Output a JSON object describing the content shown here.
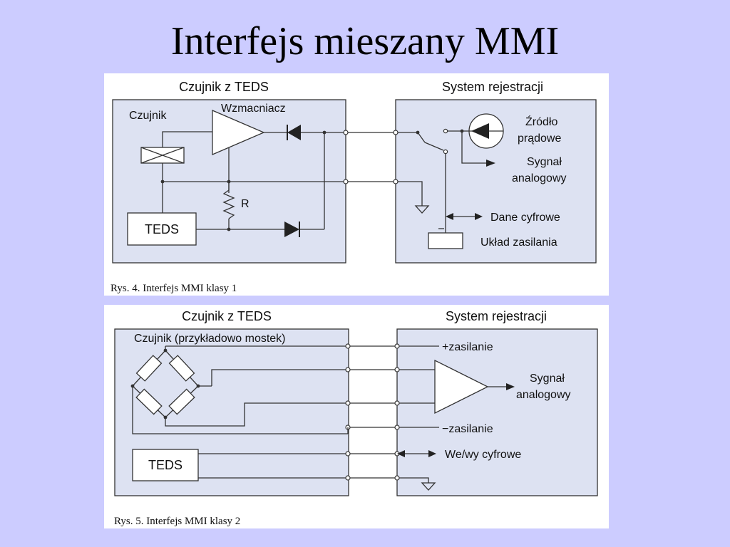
{
  "title": "Interfejs mieszany MMI",
  "figure1": {
    "left_header": "Czujnik z TEDS",
    "right_header": "System rejestracji",
    "labels": {
      "sensor": "Czujnik",
      "amplifier": "Wzmacniacz",
      "resistor": "R",
      "teds": "TEDS",
      "current_source_line1": "Źródło",
      "current_source_line2": "prądowe",
      "analog_line1": "Sygnał",
      "analog_line2": "analogowy",
      "digital": "Dane cyfrowe",
      "power": "Układ zasilania"
    },
    "caption": "Rys. 4.   Interfejs MMI klasy 1"
  },
  "figure2": {
    "left_header": "Czujnik z TEDS",
    "right_header": "System rejestracji",
    "labels": {
      "sensor": "Czujnik (przykładowo mostek)",
      "teds": "TEDS",
      "plus_supply": "+zasilanie",
      "minus_supply": "−zasilanie",
      "analog_line1": "Sygnał",
      "analog_line2": "analogowy",
      "digital_io": "We/wy cyfrowe"
    },
    "caption": "Rys. 5.   Interfejs MMI klasy 2"
  }
}
